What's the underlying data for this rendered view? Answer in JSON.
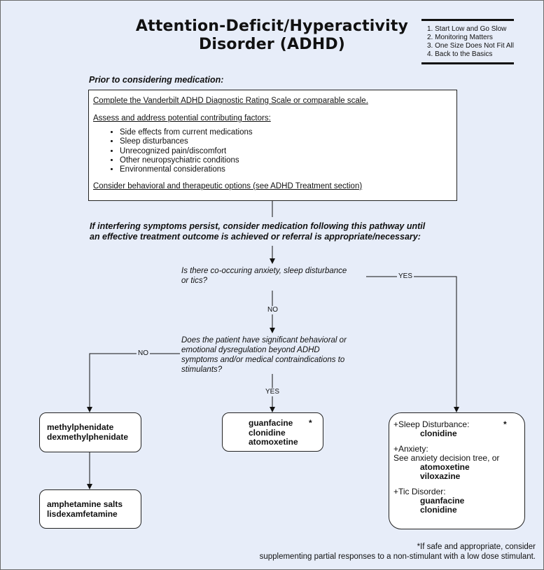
{
  "title_line1": "Attention-Deficit/Hyperactivity",
  "title_line2": "Disorder (ADHD)",
  "principles": [
    "1. Start Low and Go Slow",
    "2. Monitoring Matters",
    "3. One Size Does Not Fit All",
    "4. Back to the Basics"
  ],
  "prior": {
    "label": "Prior to considering medication:",
    "line1": "Complete the Vanderbilt ADHD Diagnostic Rating Scale or comparable scale.",
    "line2": "Assess and address potential contributing factors:",
    "factors": [
      "Side effects from current medications",
      "Sleep disturbances",
      "Unrecognized pain/discomfort",
      "Other neuropsychiatric conditions",
      "Environmental considerations"
    ],
    "line3": "Consider behavioral and therapeutic options (see ADHD Treatment section)"
  },
  "persist_line1": "If interfering symptoms persist, consider medication following this pathway until",
  "persist_line2": "an effective treatment outcome is achieved or referral is appropriate/necessary:",
  "q1_line1": "Is there co-occuring anxiety, sleep disturbance",
  "q1_line2": "or tics?",
  "q2_line1": "Does the patient have significant behavioral or",
  "q2_line2": "emotional dysregulation beyond ADHD",
  "q2_line3": "symptoms and/or medical contraindications to",
  "q2_line4": "stimulants?",
  "labels": {
    "yes": "YES",
    "no": "NO"
  },
  "stimulant1": [
    "methylphenidate",
    "dexmethylphenidate"
  ],
  "stimulant2": [
    "amphetamine salts",
    "lisdexamfetamine"
  ],
  "nonstim": [
    "guanfacine",
    "clonidine",
    "atomoxetine"
  ],
  "star": "*",
  "comorbid": {
    "sleep_label": "+Sleep Disturbance:",
    "sleep_drug": "clonidine",
    "anxiety_label": "+Anxiety:",
    "anxiety_text": "See anxiety decision tree, or",
    "anxiety_drugs": [
      "atomoxetine",
      "viloxazine"
    ],
    "tic_label": "+Tic Disorder:",
    "tic_drugs": [
      "guanfacine",
      "clonidine"
    ]
  },
  "footnote_line1": "*If safe and appropriate, consider",
  "footnote_line2": "supplementing partial responses to a non-stimulant with a low dose stimulant."
}
